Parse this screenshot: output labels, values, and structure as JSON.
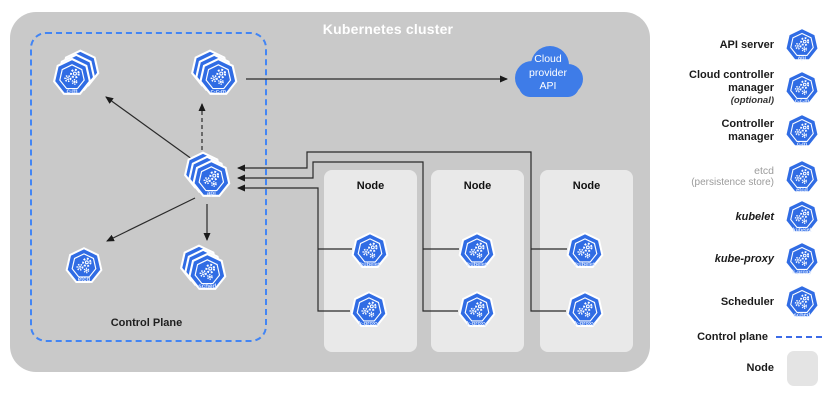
{
  "title": "Kubernetes cluster",
  "control_plane": {
    "label": "Control Plane"
  },
  "cloud": {
    "label": "Cloud provider API"
  },
  "components": {
    "cm": "c-m",
    "ccm": "c-c-m",
    "api": "api",
    "etcd": "etcd",
    "sched": "sched",
    "kubelet": "kubelet",
    "kproxy": "k-proxy"
  },
  "nodes": [
    {
      "label": "Node"
    },
    {
      "label": "Node"
    },
    {
      "label": "Node"
    }
  ],
  "legend": {
    "api": {
      "label": "API server",
      "icon_label": "api"
    },
    "ccm": {
      "label": "Cloud controller manager",
      "note": "(optional)",
      "icon_label": "c-c-m"
    },
    "cm": {
      "label": "Controller manager",
      "icon_label": "c-m"
    },
    "etcd": {
      "label": "etcd",
      "note": "(persistence store)",
      "icon_label": "etcd"
    },
    "kubelet": {
      "label": "kubelet",
      "icon_label": "kubelet"
    },
    "kproxy": {
      "label": "kube-proxy",
      "icon_label": "k-proxy"
    },
    "sched": {
      "label": "Scheduler",
      "icon_label": "sched"
    },
    "control_plane": {
      "label": "Control plane"
    },
    "node": {
      "label": "Node"
    }
  },
  "colors": {
    "k8s_blue": "#306ce4",
    "cloud_blue": "#3e7ce8",
    "cluster_gray": "#c9c9c9",
    "node_gray": "#e9e9e9",
    "dash_blue": "#4285f4"
  }
}
